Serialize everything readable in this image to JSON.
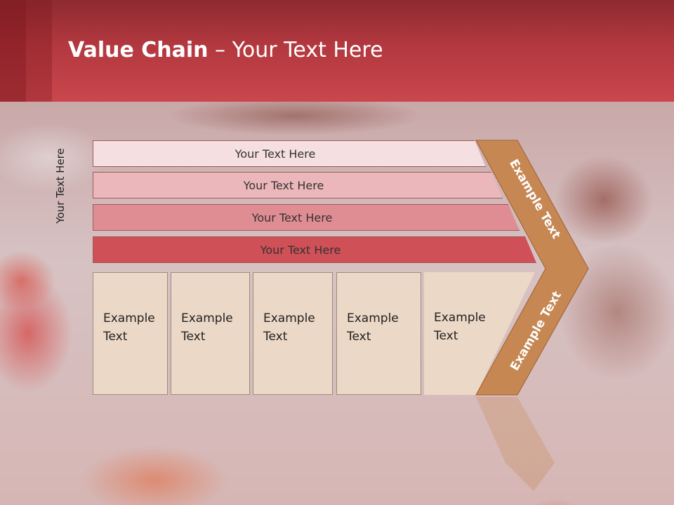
{
  "slide": {
    "title_bold": "Value Chain",
    "title_rest": " – Your Text Here",
    "side_label": "Your Text Here"
  },
  "bars": [
    {
      "label": "Your Text Here",
      "color": "#f5dfe0"
    },
    {
      "label": "Your Text Here",
      "color": "#ebb7ba"
    },
    {
      "label": "Your Text Here",
      "color": "#df8d92"
    },
    {
      "label": "Your Text Here",
      "color": "#d05057"
    }
  ],
  "columns": [
    {
      "line1": "Example",
      "line2": "Text"
    },
    {
      "line1": "Example",
      "line2": "Text"
    },
    {
      "line1": "Example",
      "line2": "Text"
    },
    {
      "line1": "Example",
      "line2": "Text"
    },
    {
      "line1": "Example",
      "line2": "Text"
    }
  ],
  "chevron": {
    "upper_label": "Example Text",
    "lower_label": "Example Text",
    "color": "#c68753"
  },
  "colors": {
    "header_red": "#c9474d",
    "column_fill": "#ecd8c6"
  }
}
